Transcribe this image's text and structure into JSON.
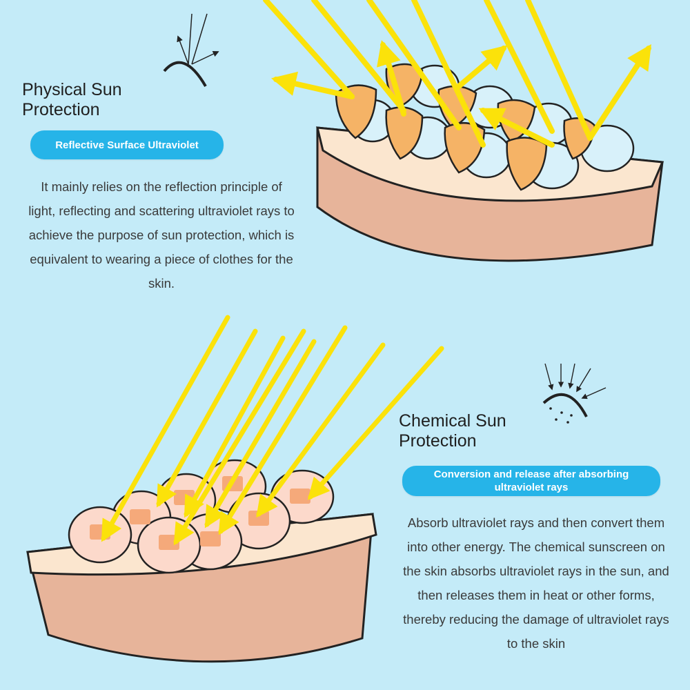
{
  "physical": {
    "title_line1": "Physical Sun",
    "title_line2": "Protection",
    "badge": "Reflective Surface Ultraviolet",
    "description": "It mainly relies on the reflection principle of light, reflecting and scattering ultraviolet rays to achieve the purpose of sun protection, which is equivalent to wearing a piece of clothes for the skin."
  },
  "chemical": {
    "title_line1": "Chemical Sun",
    "title_line2": "Protection",
    "badge": "Conversion and release after absorbing ultraviolet rays",
    "description": "Absorb ultraviolet rays and then convert them into other energy. The chemical sunscreen on the skin absorbs ultraviolet rays in the sun, and then releases them in heat or other forms, thereby reducing the damage of ultraviolet rays to the skin"
  },
  "icons": {
    "reflect": "reflection-arc-icon",
    "absorb": "absorption-dome-icon"
  },
  "colors": {
    "background": "#c4ebf8",
    "accent": "#26b4e8",
    "ray": "#fbe20a",
    "skin": "#e7b49a",
    "skin_top": "#fbe6cf",
    "orange_cell": "#f5b366",
    "blue_cell": "#d8f1fa",
    "pink_cell": "#fcd9cb"
  }
}
